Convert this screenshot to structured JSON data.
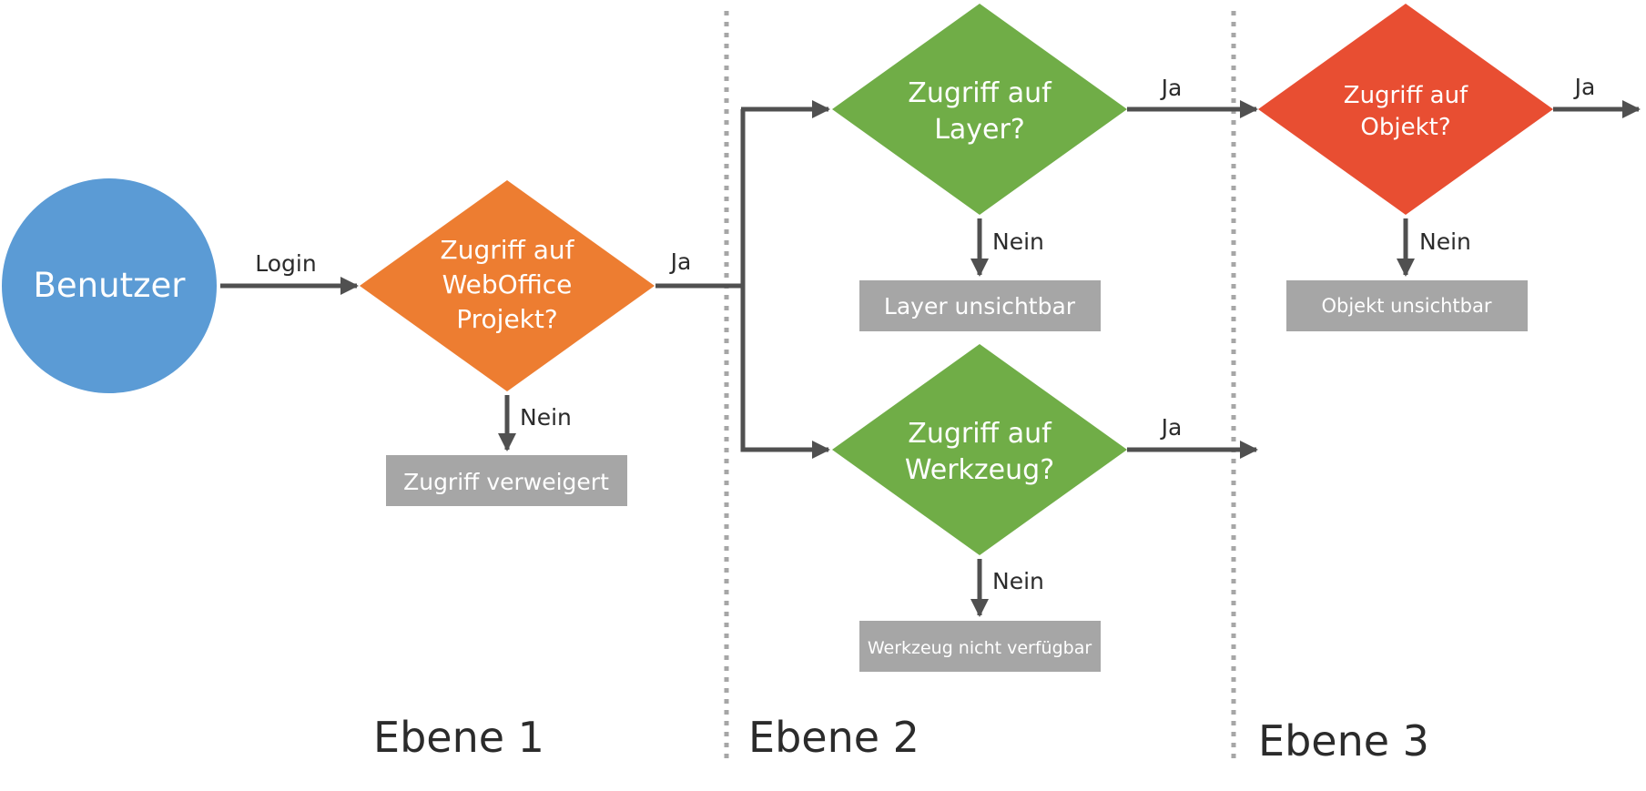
{
  "colors": {
    "user": "#5b9bd5",
    "level1": "#ed7d31",
    "level2": "#70ad47",
    "level3": "#e84e32",
    "result_box": "#a6a6a6",
    "connector": "#505050",
    "divider": "#a6a6a6"
  },
  "user": {
    "label": "Benutzer"
  },
  "edges": {
    "login": "Login",
    "l1_yes": "Ja",
    "l1_no": "Nein",
    "layer_yes": "Ja",
    "layer_no": "Nein",
    "tool_yes": "Ja",
    "tool_no": "Nein",
    "object_yes": "Ja",
    "object_no": "Nein"
  },
  "decisions": {
    "project": {
      "line1": "Zugriff auf",
      "line2": "WebOffice",
      "line3": "Projekt?"
    },
    "layer": {
      "line1": "Zugriff auf",
      "line2": "Layer?"
    },
    "tool": {
      "line1": "Zugriff auf",
      "line2": "Werkzeug?"
    },
    "object": {
      "line1": "Zugriff auf",
      "line2": "Objekt?"
    }
  },
  "results": {
    "project_denied": "Zugriff verweigert",
    "layer_hidden": "Layer unsichtbar",
    "tool_unavailable": "Werkzeug nicht verfügbar",
    "object_hidden": "Objekt unsichtbar"
  },
  "levels": {
    "level1": "Ebene 1",
    "level2": "Ebene 2",
    "level3": "Ebene 3"
  }
}
